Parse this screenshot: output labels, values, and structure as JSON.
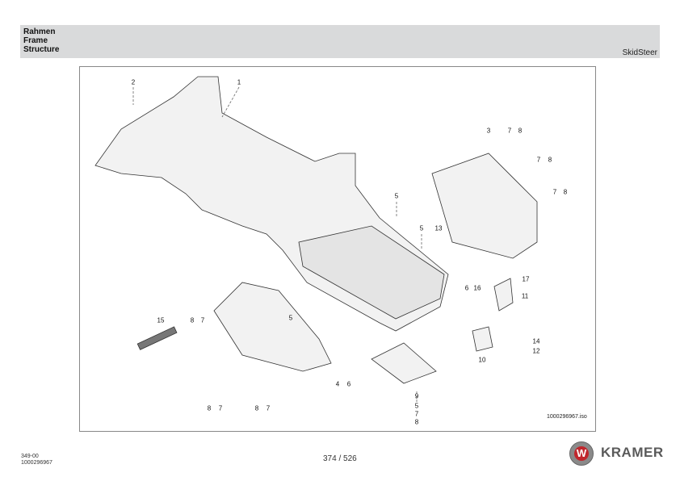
{
  "header": {
    "titles": [
      "Rahmen",
      "Frame",
      "Structure"
    ],
    "model": "SkidSteer"
  },
  "drawing": {
    "callouts": [
      "2",
      "1",
      "3",
      "7",
      "8",
      "7",
      "8",
      "7",
      "8",
      "5",
      "5",
      "13",
      "6",
      "16",
      "17",
      "11",
      "5",
      "15",
      "8",
      "7",
      "4",
      "6",
      "14",
      "12",
      "10",
      "9",
      "5",
      "7",
      "8",
      "8",
      "7",
      "8",
      "7"
    ],
    "file": "1000296967.iso"
  },
  "footer": {
    "code": "349-00",
    "doc_number": "1000296967",
    "page": "374 / 526",
    "brand": "KRAMER",
    "logo_letter": "W"
  }
}
